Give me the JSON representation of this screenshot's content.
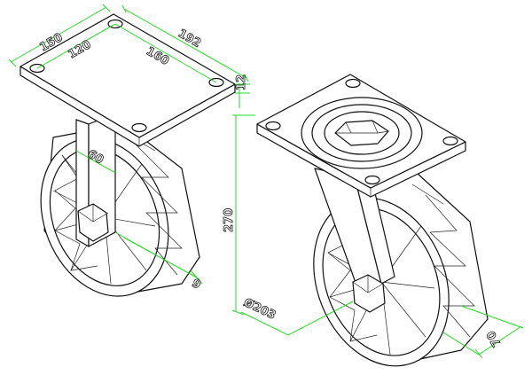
{
  "title": "Industrial caster wheel dimensions",
  "colors": {
    "dimension": "#22dd22",
    "line": "#111111"
  },
  "dimensions": {
    "plate_width": "150",
    "hole_spacing_width": "120",
    "plate_length": "192",
    "hole_spacing_length": "160",
    "plate_thickness": "12",
    "bracket_width": "60",
    "wheel_offset": "6",
    "height": "270",
    "wheel_diameter": "Ø203",
    "wheel_width": "70"
  }
}
